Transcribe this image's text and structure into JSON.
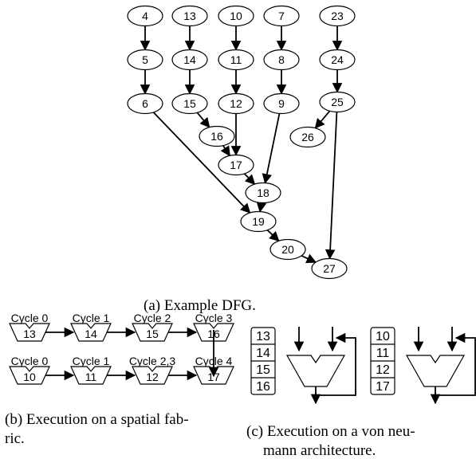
{
  "dfg": {
    "nodes": [
      {
        "id": "n4",
        "label": "4"
      },
      {
        "id": "n13",
        "label": "13"
      },
      {
        "id": "n10",
        "label": "10"
      },
      {
        "id": "n7",
        "label": "7"
      },
      {
        "id": "n23",
        "label": "23"
      },
      {
        "id": "n5",
        "label": "5"
      },
      {
        "id": "n14",
        "label": "14"
      },
      {
        "id": "n11",
        "label": "11"
      },
      {
        "id": "n8",
        "label": "8"
      },
      {
        "id": "n24",
        "label": "24"
      },
      {
        "id": "n6",
        "label": "6"
      },
      {
        "id": "n15",
        "label": "15"
      },
      {
        "id": "n12",
        "label": "12"
      },
      {
        "id": "n9",
        "label": "9"
      },
      {
        "id": "n25",
        "label": "25"
      },
      {
        "id": "n26",
        "label": "26"
      },
      {
        "id": "n16",
        "label": "16"
      },
      {
        "id": "n17",
        "label": "17"
      },
      {
        "id": "n18",
        "label": "18"
      },
      {
        "id": "n19",
        "label": "19"
      },
      {
        "id": "n20",
        "label": "20"
      },
      {
        "id": "n27",
        "label": "27"
      }
    ],
    "edges": [
      [
        "n4",
        "n5"
      ],
      [
        "n5",
        "n6"
      ],
      [
        "n13",
        "n14"
      ],
      [
        "n14",
        "n15"
      ],
      [
        "n10",
        "n11"
      ],
      [
        "n11",
        "n12"
      ],
      [
        "n7",
        "n8"
      ],
      [
        "n8",
        "n9"
      ],
      [
        "n23",
        "n24"
      ],
      [
        "n24",
        "n25"
      ],
      [
        "n25",
        "n26"
      ],
      [
        "n25",
        "n27"
      ],
      [
        "n15",
        "n16"
      ],
      [
        "n16",
        "n17"
      ],
      [
        "n12",
        "n17"
      ],
      [
        "n17",
        "n18"
      ],
      [
        "n9",
        "n18"
      ],
      [
        "n18",
        "n19"
      ],
      [
        "n6",
        "n19"
      ],
      [
        "n19",
        "n20"
      ],
      [
        "n20",
        "n27"
      ]
    ]
  },
  "captions": {
    "a": "(a) Example DFG.",
    "b_line1": "(b) Execution on a spatial fab-",
    "b_line2": "ric.",
    "c_line1": "(c) Execution on a von neu-",
    "c_line2": "mann architecture."
  },
  "spatial": {
    "row1": [
      {
        "cycle": "Cycle 0",
        "op": "13"
      },
      {
        "cycle": "Cycle 1",
        "op": "14"
      },
      {
        "cycle": "Cycle 2",
        "op": "15"
      },
      {
        "cycle": "Cycle 3",
        "op": "16"
      }
    ],
    "row2": [
      {
        "cycle": "Cycle 0",
        "op": "10"
      },
      {
        "cycle": "Cycle 1",
        "op": "11"
      },
      {
        "cycle": "Cycle 2,3",
        "op": "12"
      },
      {
        "cycle": "Cycle 4",
        "op": "17"
      }
    ]
  },
  "vonneumann": {
    "stack1": [
      "13",
      "14",
      "15",
      "16"
    ],
    "stack2": [
      "10",
      "11",
      "12",
      "17"
    ]
  }
}
